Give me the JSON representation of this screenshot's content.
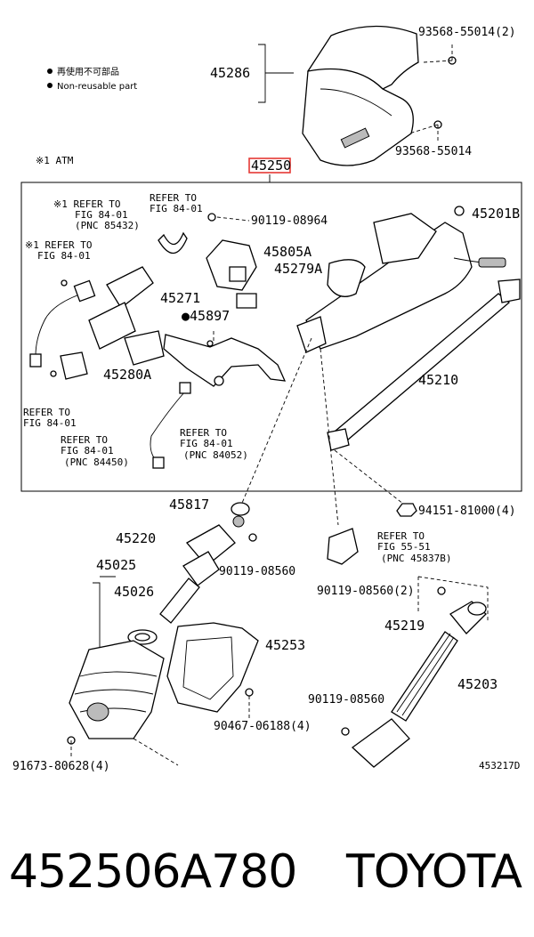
{
  "legend": {
    "reuse_jp": "再使用不可部品",
    "reuse_en": "Non-reusable part",
    "note_atm": "※1  ATM"
  },
  "parts": {
    "p45286": "45286",
    "p93568_55014_2": "93568-55014(2)",
    "p93568_55014": "93568-55014",
    "p45250": "45250",
    "p90119_08964": "90119-08964",
    "p45201b": "45201B",
    "p45805a": "45805A",
    "p45279a": "45279A",
    "p45271": "45271",
    "p45897": "●45897",
    "p45280a": "45280A",
    "p45210": "45210",
    "p45817": "45817",
    "p94151_81000_4": "94151-81000(4)",
    "p45220": "45220",
    "p90119_08560_a": "90119-08560",
    "p45025": "45025",
    "p45026": "45026",
    "p90119_08560_2": "90119-08560(2)",
    "p45219": "45219",
    "p45253": "45253",
    "p45203": "45203",
    "p90119_08560_b": "90119-08560",
    "p90467_06188_4": "90467-06188(4)",
    "p91673_80628_4": "91673-80628(4)",
    "drawing_no": "453217D"
  },
  "refs": {
    "r1_l1": "※1 REFER TO",
    "r1_l2": "FIG 84-01",
    "r1_l3": "(PNC 85432)",
    "r2_l1": "REFER TO",
    "r2_l2": "FIG 84-01",
    "r3_l1": "※1 REFER TO",
    "r3_l2": "FIG 84-01",
    "r4_l1": "REFER TO",
    "r4_l2": "FIG 84-01",
    "r5_l1": "REFER TO",
    "r5_l2": "FIG 84-01",
    "r5_l3": "(PNC 84450)",
    "r6_l1": "REFER TO",
    "r6_l2": "FIG 84-01",
    "r6_l3": "(PNC 84052)",
    "r7_l1": "REFER TO",
    "r7_l2": "FIG 55-51",
    "r7_l3": "(PNC 45837B)"
  },
  "caption": {
    "part_number": "452506A780",
    "brand": "TOYOTA"
  },
  "colors": {
    "highlight": "#e53935"
  }
}
